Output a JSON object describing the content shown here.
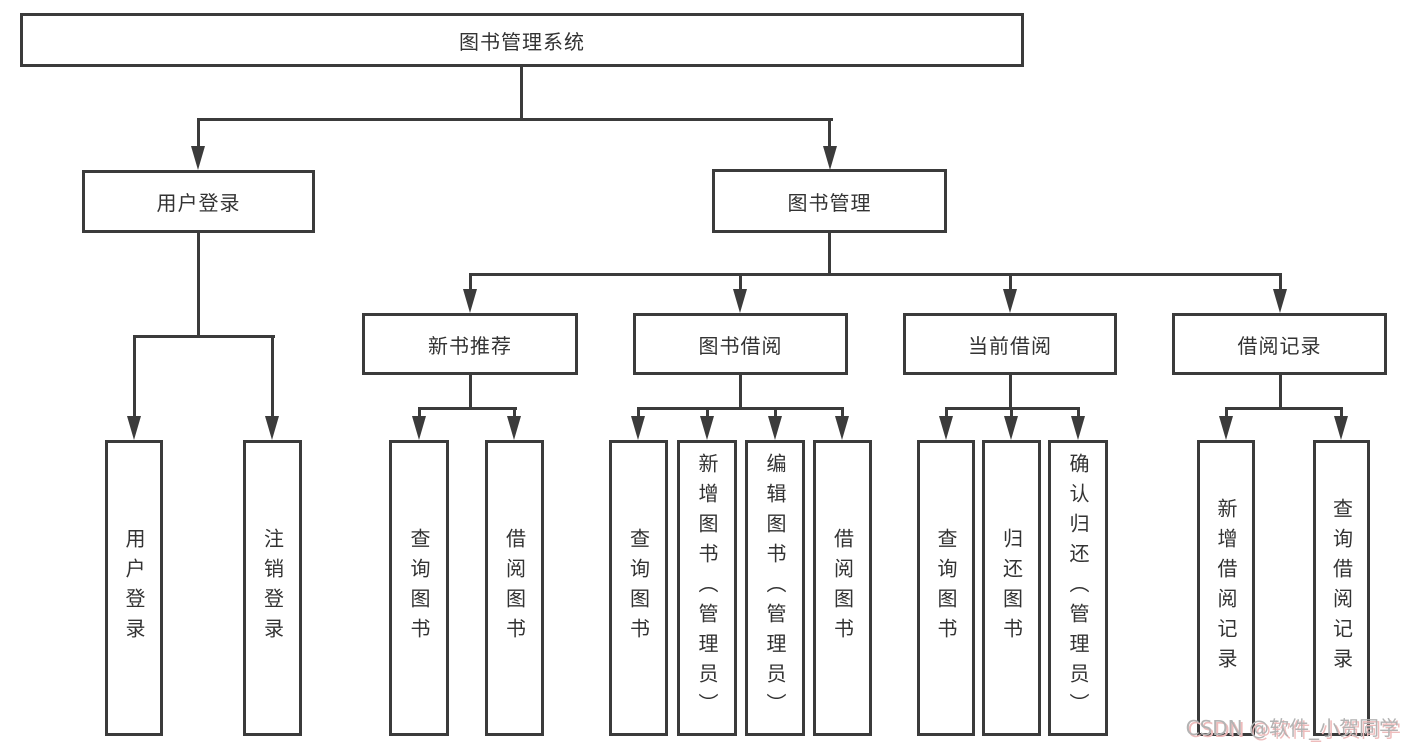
{
  "colors": {
    "line": "#3b3b3b",
    "text": "#333333",
    "box_background": "#ffffff",
    "watermark_text": "#b3b3b3",
    "watermark_shadow": "#eebcbc"
  },
  "watermark": "CSDN @软件_小贺同学",
  "tree": {
    "root": {
      "label": "图书管理系统"
    },
    "branches": [
      {
        "label": "用户登录",
        "children": [
          {
            "label": "用户登录"
          },
          {
            "label": "注销登录"
          }
        ]
      },
      {
        "label": "图书管理",
        "groups": [
          {
            "label": "新书推荐",
            "children": [
              {
                "label": "查询图书"
              },
              {
                "label": "借阅图书"
              }
            ]
          },
          {
            "label": "图书借阅",
            "children": [
              {
                "label": "查询图书"
              },
              {
                "label": "新增图书（管理员）"
              },
              {
                "label": "编辑图书（管理员）"
              },
              {
                "label": "借阅图书"
              }
            ]
          },
          {
            "label": "当前借阅",
            "children": [
              {
                "label": "查询图书"
              },
              {
                "label": "归还图书"
              },
              {
                "label": "确认归还（管理员）"
              }
            ]
          },
          {
            "label": "借阅记录",
            "children": [
              {
                "label": "新增借阅记录"
              },
              {
                "label": "查询借阅记录"
              }
            ]
          }
        ]
      }
    ]
  }
}
